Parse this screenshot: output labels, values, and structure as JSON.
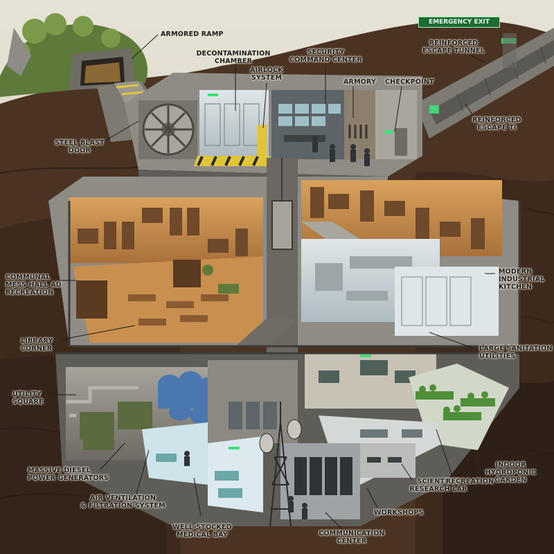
{
  "colors": {
    "soil": "#4a3322",
    "soil_dark": "#2f2017",
    "concrete": "#8f8c85",
    "concrete_dark": "#5f5d58",
    "warm_room": "#c98f4e",
    "cool_room": "#c8d2d6",
    "exit_green": "#1d6b32",
    "grass": "#5d7a3a"
  },
  "signs": {
    "emergency_exit": "EMERGENCY EXIT"
  },
  "labels": {
    "armored_ramp": "ARMORED RAMP",
    "decontamination_chamber": "DECONTAMINATION\nCHAMBER",
    "airlock_system": "AIRLOCK\nSYSTEM",
    "security_command_center": "SECURITY\nCOMMAND CENTER",
    "armory": "ARMORY",
    "checkpoint": "CHECKPOINT",
    "reinforced_escape_tunnel": "REINFORCED\nESCAPE TUNNEL",
    "reinforced_escape_ti": "REINFORCED\nESCAPE TI",
    "steel_blast_door": "STEEL BLAST\nDOOR",
    "communal_mess_hall": "COMMUNAL\nMESS HALL AD\nRECREATION",
    "modern_industrial_kitchen": "MODERN\nINDUSTRIAL\nKITCHEN",
    "library_corner": "LIBRARY\nCORNER",
    "large_sanitation_utilities": "LARGE SANITATION\nUTILITIES",
    "utility_square": "UTILITY\nSQUARE",
    "massive_diesel_power_generators": "MASSIVE DIESEL\nPOWER GENERATORS",
    "air_ventilation": "AIR VENTILATION\n& FILTRATION SYSTEM",
    "well_stocked_medical_bay": "WELL-STOCKED\nMEDICAL BAY",
    "communication_center": "COMMUNICATION\nCENTER",
    "workshops": "WORKSHOPS",
    "scientific_research_lab": "SCIENTIFIC\nRESEARCH LAB",
    "recreation": "RECREATION",
    "indoor_hydroponic_garden": "INDOOR HYDROPONIC\nGARDEN"
  }
}
